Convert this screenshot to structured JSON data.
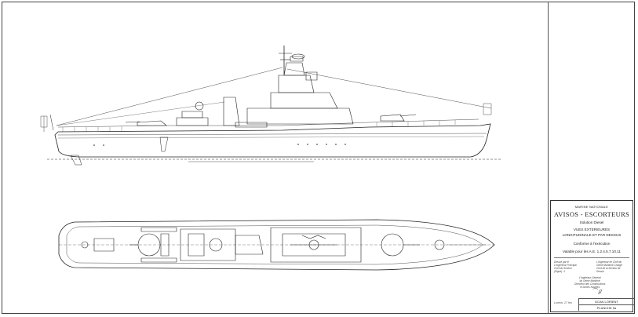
{
  "title_block": {
    "org": "MARINE NATIONALE",
    "title": "AVISOS - ESCORTEURS",
    "subtitle": "Solution Diesel",
    "view_line1": "VUES EXTERIEURES",
    "view_line2": "LONGITUDINALE ET PAR DESSUS",
    "conform": "Conforme à l'exécution",
    "valid": "Valable pour les A.E. 1.2.4.5.7.10.11",
    "sig_left": [
      "Dressé par le",
      "L'Ingénieur Principal",
      "Chef de Section",
      "(Signé) .J."
    ],
    "sig_right": [
      "L'Ingénieur en Chef du",
      "Génie Maritime Chargé",
      "Chef de la Section de",
      "Dessin"
    ],
    "sig_center": [
      "L'Ingénieur Général",
      "du Génie Maritime",
      "Directeur des Constructions",
      "et Armes Navales"
    ],
    "date_note": "Lorient, 27 fév.",
    "dept": "DCAN LORIENT",
    "plate": "PLANCHE 5a"
  },
  "colors": {
    "ink": "#222222",
    "paper": "#ffffff",
    "frame": "#444444"
  }
}
